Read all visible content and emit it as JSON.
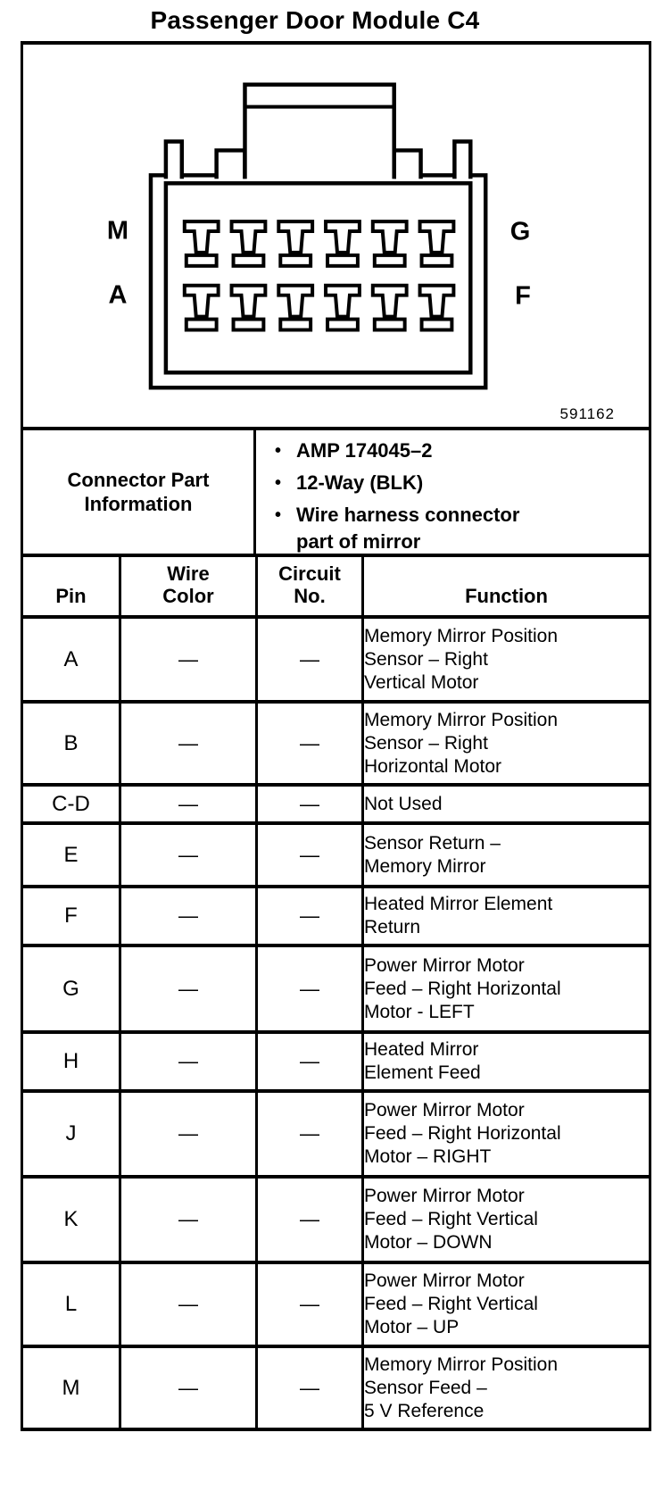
{
  "title": "Passenger Door Module C4",
  "figure": {
    "id_number": "591162",
    "pin_labels": {
      "top_left": "M",
      "bottom_left": "A",
      "top_right": "G",
      "bottom_right": "F"
    }
  },
  "connector_info": {
    "heading": "Connector Part\nInformation",
    "bullet": "•",
    "bullets": [
      "AMP 174045–2",
      "12-Way (BLK)",
      "Wire harness connector\npart of mirror"
    ]
  },
  "pinout": {
    "headers": [
      "Pin",
      "Wire\nColor",
      "Circuit\nNo.",
      "Function"
    ],
    "rows": [
      {
        "pin": "A",
        "wire_color": "—",
        "circuit_no": "—",
        "function": "Memory Mirror Position\nSensor – Right\nVertical Motor"
      },
      {
        "pin": "B",
        "wire_color": "—",
        "circuit_no": "—",
        "function": "Memory Mirror Position\nSensor – Right\nHorizontal Motor"
      },
      {
        "pin": "C-D",
        "wire_color": "—",
        "circuit_no": "—",
        "function": "Not Used"
      },
      {
        "pin": "E",
        "wire_color": "—",
        "circuit_no": "—",
        "function": "Sensor Return –\nMemory Mirror"
      },
      {
        "pin": "F",
        "wire_color": "—",
        "circuit_no": "—",
        "function": "Heated Mirror Element\nReturn"
      },
      {
        "pin": "G",
        "wire_color": "—",
        "circuit_no": "—",
        "function": "Power Mirror Motor\nFeed – Right Horizontal\nMotor - LEFT"
      },
      {
        "pin": "H",
        "wire_color": "—",
        "circuit_no": "—",
        "function": "Heated Mirror\nElement Feed"
      },
      {
        "pin": "J",
        "wire_color": "—",
        "circuit_no": "—",
        "function": "Power Mirror Motor\nFeed – Right Horizontal\nMotor – RIGHT"
      },
      {
        "pin": "K",
        "wire_color": "—",
        "circuit_no": "—",
        "function": "Power Mirror Motor\nFeed – Right Vertical\nMotor – DOWN"
      },
      {
        "pin": "L",
        "wire_color": "—",
        "circuit_no": "—",
        "function": "Power Mirror Motor\nFeed – Right Vertical\nMotor – UP"
      },
      {
        "pin": "M",
        "wire_color": "—",
        "circuit_no": "—",
        "function": "Memory Mirror Position\nSensor Feed –\n5 V Reference"
      }
    ]
  }
}
